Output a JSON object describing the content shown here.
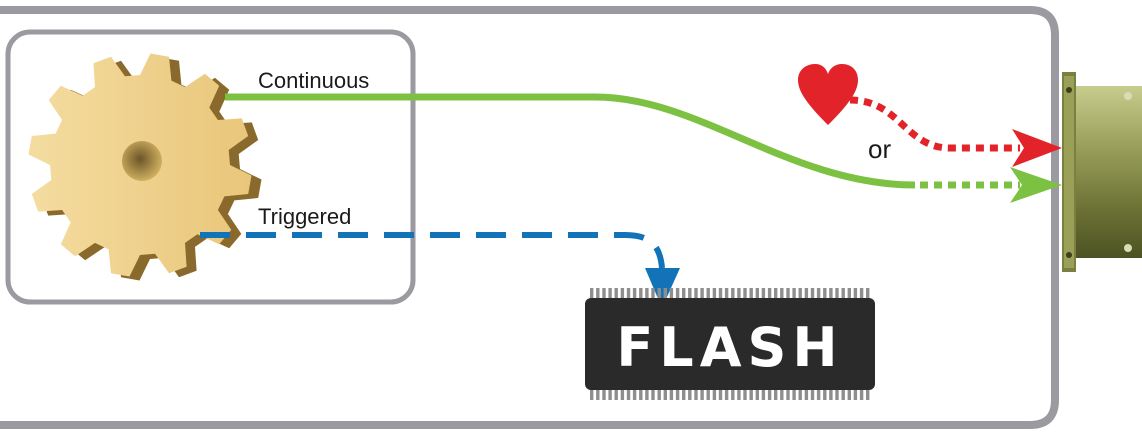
{
  "labels": {
    "continuous": "Continuous",
    "triggered": "Triggered",
    "or": "or",
    "flash": "FLASH"
  },
  "icons": {
    "gear": "gear-icon",
    "heart": "heart-icon",
    "connector": "connector-icon",
    "chip": "flash-chip-icon"
  },
  "colors": {
    "frame": "#9a9aa0",
    "continuous_line": "#7cc142",
    "triggered_line": "#1273b8",
    "alert_line": "#e2232a",
    "chip": "#2a2a2a",
    "gear": "#f2d38c"
  }
}
